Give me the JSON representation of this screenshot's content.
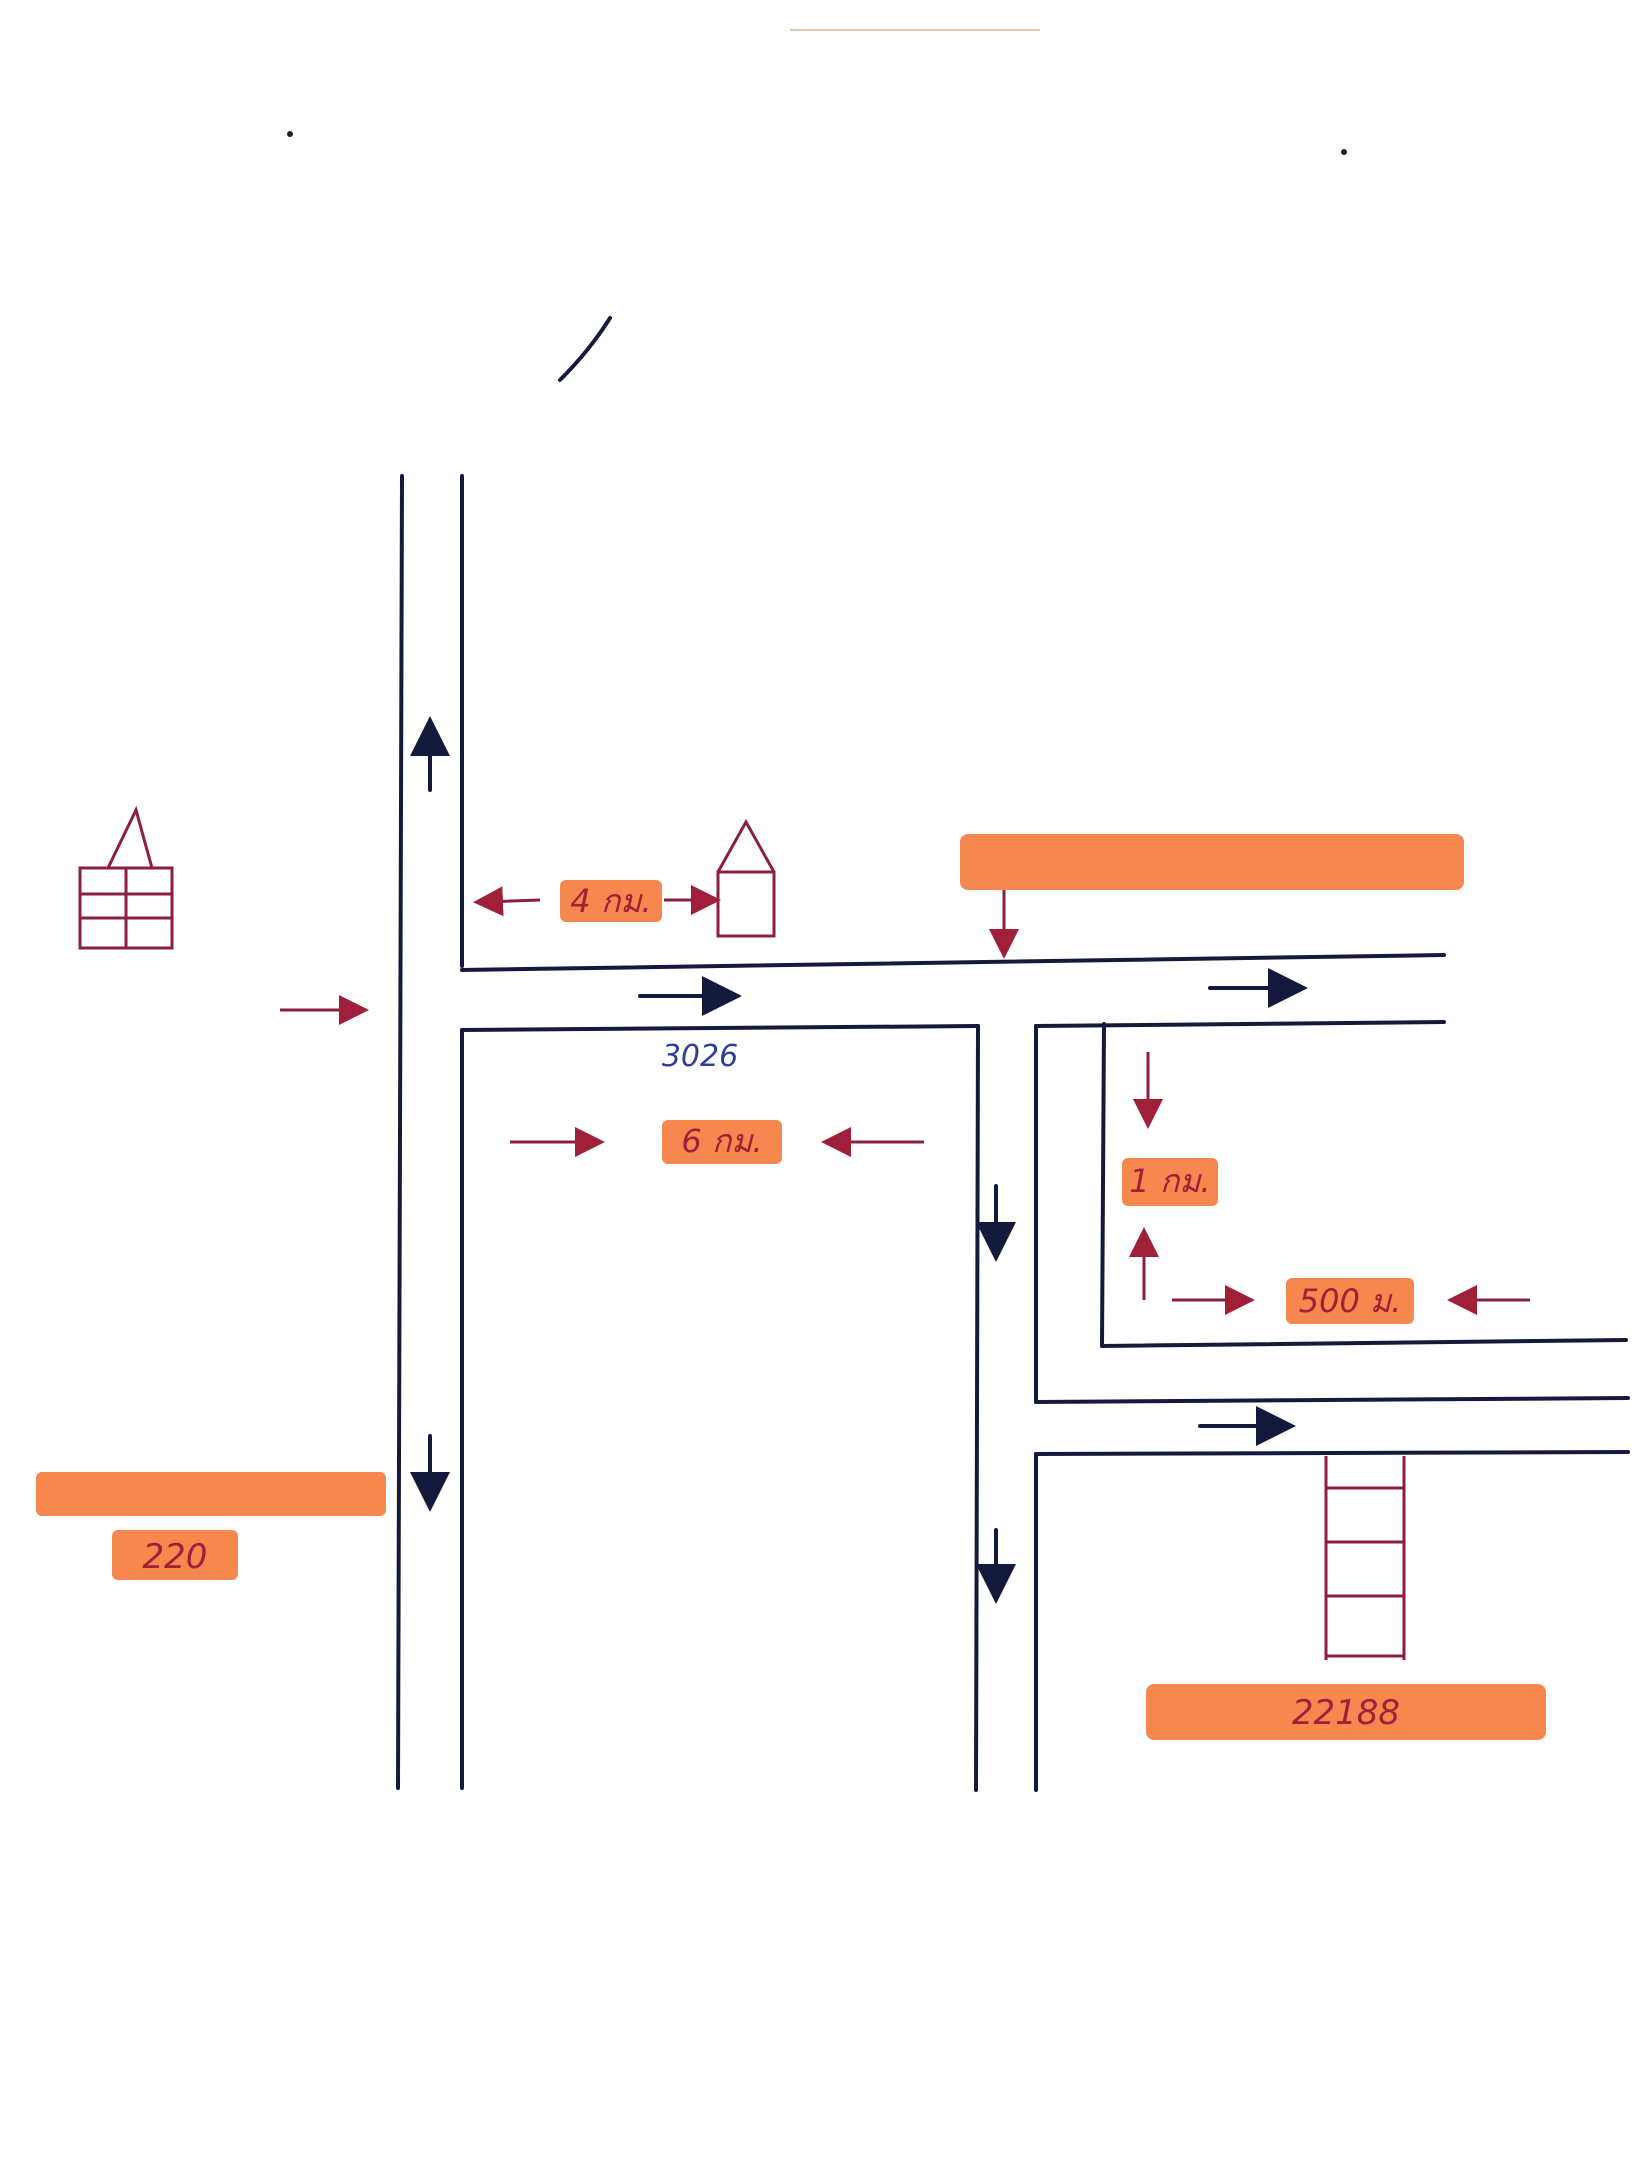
{
  "map": {
    "title": "",
    "labels": {
      "north_district": "",
      "south_province": "",
      "village_ban_nong_khae": "",
      "subdistrict_bu_sung": "",
      "school": "",
      "junction_bu_sung": "",
      "highway_3026": "3026",
      "tao_office": "",
      "store": "",
      "highway_label": "",
      "highway_number": "220",
      "target_project": "22188",
      "bottom_road": "",
      "side_road": "",
      "footer": [
        "",
        "",
        ""
      ]
    },
    "distances": {
      "d_4km": "4 กม.",
      "d_6km": "6 กม.",
      "d_1km": "1 กม.",
      "d_500m": "500 ม."
    },
    "colors": {
      "ink_blue": "#2d3f9a",
      "ink_red": "#a0203a",
      "road": "#141a3c",
      "highlight": "#f47a3c"
    }
  }
}
